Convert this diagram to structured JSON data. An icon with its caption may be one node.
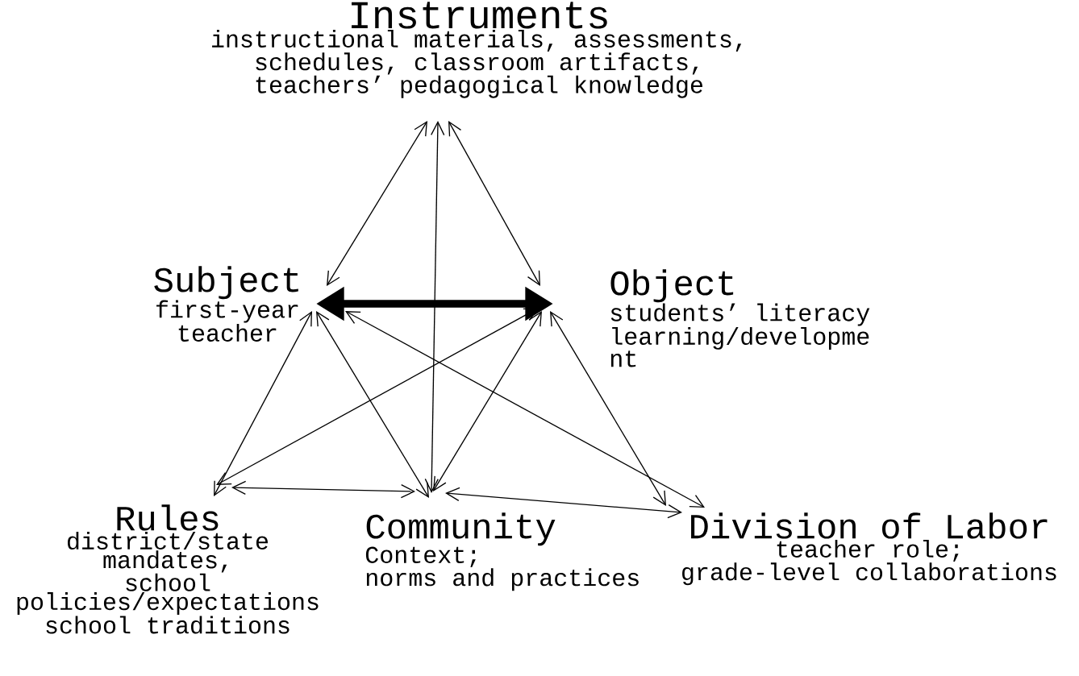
{
  "diagram": {
    "nodes": [
      {
        "text": [
          "Instruments",
          "instructional materials, assessments, schedules, classroom artifacts, teachers’ pedagogical knowledge"
        ]
      },
      {
        "text": [
          "Subject",
          "first-year teacher"
        ]
      },
      {
        "text": [
          "Object",
          "students’ literacy learning/developme nt"
        ]
      },
      {
        "text": [
          "Rules",
          "district/state mandates,",
          "school policies/expectations",
          "school traditions"
        ]
      },
      {
        "text": [
          "Community",
          "Context;",
          "norms and practices"
        ]
      },
      {
        "text": [
          "Division of Labor",
          "teacher role;",
          "grade-level collaborations"
        ]
      }
    ],
    "edges": [
      {
        "from": 0,
        "to": 1,
        "arrow": "both"
      },
      {
        "from": 0,
        "to": 2,
        "arrow": "both"
      },
      {
        "from": 0,
        "to": 4,
        "arrow": "both"
      },
      {
        "from": 1,
        "to": 2,
        "arrow": "both",
        "style": "thick"
      },
      {
        "from": 1,
        "to": 3,
        "arrow": "both"
      },
      {
        "from": 1,
        "to": 4,
        "arrow": "both"
      },
      {
        "from": 1,
        "to": 5,
        "arrow": "both"
      },
      {
        "from": 2,
        "to": 3,
        "arrow": "both"
      },
      {
        "from": 2,
        "to": 4,
        "arrow": "both"
      },
      {
        "from": 2,
        "to": 5,
        "arrow": "both"
      },
      {
        "from": 3,
        "to": 4,
        "arrow": "both"
      },
      {
        "from": 4,
        "to": 5,
        "arrow": "both"
      }
    ]
  }
}
